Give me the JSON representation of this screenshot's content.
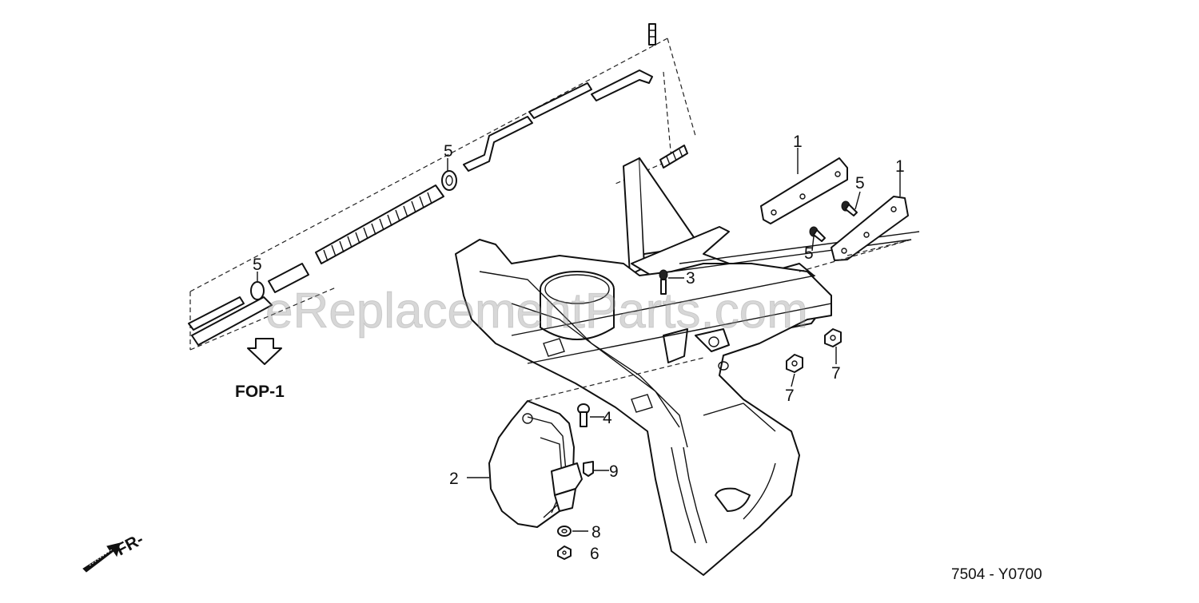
{
  "diagram": {
    "watermark": "eReplacementParts.com",
    "reference_label": "FOP-1",
    "front_label": "FR-",
    "drawing_code": "7504 - Y0700",
    "callouts": [
      {
        "id": "c1a",
        "label": "1"
      },
      {
        "id": "c1b",
        "label": "1"
      },
      {
        "id": "c2",
        "label": "2"
      },
      {
        "id": "c3",
        "label": "3"
      },
      {
        "id": "c4",
        "label": "4"
      },
      {
        "id": "c5a",
        "label": "5"
      },
      {
        "id": "c5b",
        "label": "5"
      },
      {
        "id": "c5c",
        "label": "5"
      },
      {
        "id": "c5d",
        "label": "5"
      },
      {
        "id": "c6",
        "label": "6"
      },
      {
        "id": "c7a",
        "label": "7"
      },
      {
        "id": "c7b",
        "label": "7"
      },
      {
        "id": "c8",
        "label": "8"
      },
      {
        "id": "c9",
        "label": "9"
      }
    ]
  }
}
